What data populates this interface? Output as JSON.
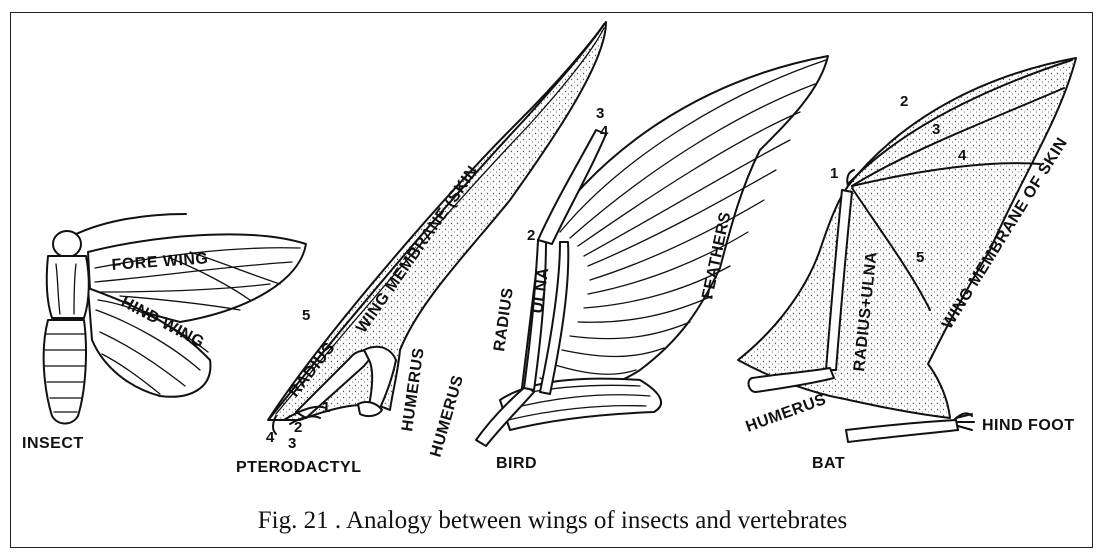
{
  "labels": {
    "insect": "INSECT",
    "fore_wing": "FORE WING",
    "hind_wing": "HIND WING",
    "pterodactyl": "PTERODACTYL",
    "ptero_radius": "RADIUS",
    "ptero_humerus": "HUMERUS",
    "ptero_membrane": "WING MEMBRANE (SKIN",
    "bird": "BIRD",
    "bird_humerus": "HUMERUS",
    "bird_radius": "RADIUS",
    "bird_ulna": "ULNA",
    "bird_feathers": "FEATHERS",
    "bat": "BAT",
    "bat_humerus": "HUMERUS",
    "bat_radius_ulna": "RADIUS+ULNA",
    "bat_membrane": "WING MEMBRANE OF SKIN",
    "bat_hind_foot": "HIND FOOT"
  },
  "digit_numbers": {
    "ptero": [
      "1",
      "2",
      "3",
      "4",
      "5"
    ],
    "bird": [
      "2",
      "3",
      "4"
    ],
    "bat": [
      "1",
      "2",
      "3",
      "4",
      "5"
    ]
  },
  "caption": "Fig. 21 . Analogy between wings of insects and vertebrates"
}
